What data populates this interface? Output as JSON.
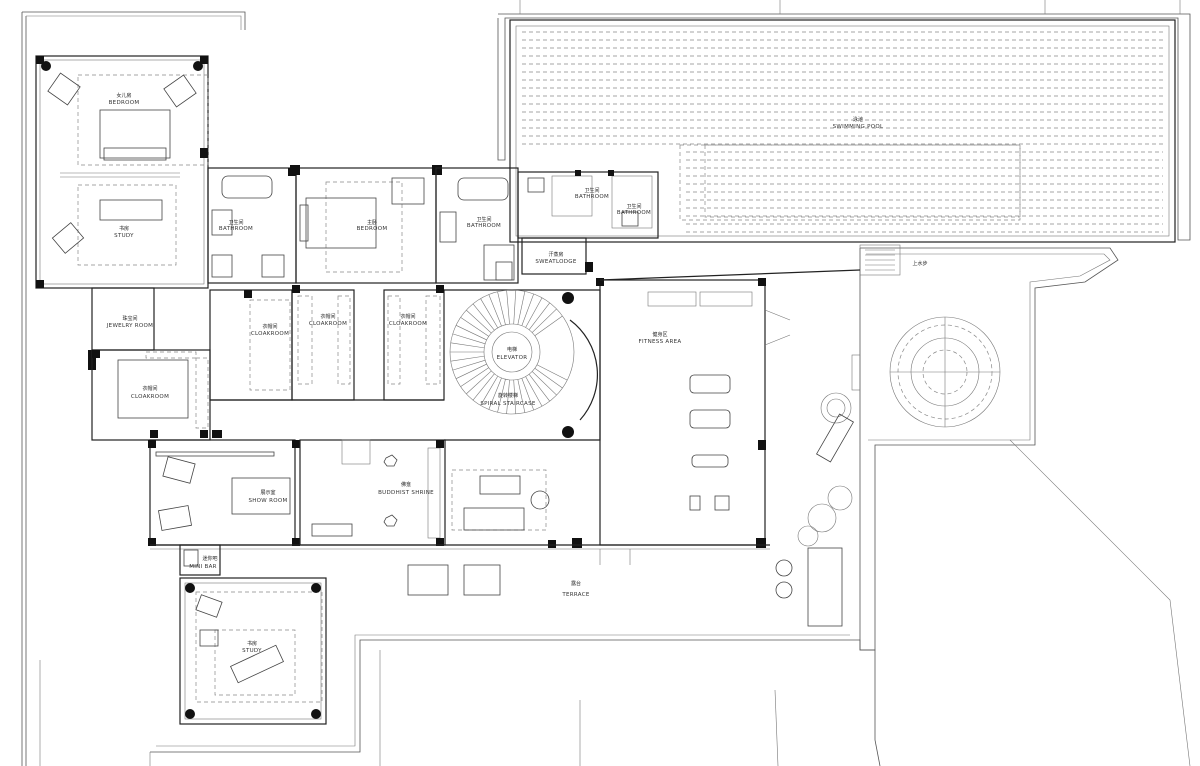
{
  "rooms": {
    "bedroom_left": {
      "cn": "女儿房",
      "en": "BEDROOM"
    },
    "study_top": {
      "cn": "书房",
      "en": "STUDY"
    },
    "bathroom_left": {
      "cn": "卫生间",
      "en": "BATHROOM"
    },
    "bedroom_master": {
      "cn": "主卧",
      "en": "BEDROOM"
    },
    "bathroom_mid": {
      "cn": "卫生间",
      "en": "BATHROOM"
    },
    "bathroom_small_1": {
      "cn": "卫生间",
      "en": "BATHROOM"
    },
    "bathroom_small_2": {
      "cn": "卫生间",
      "en": "BATHROOM"
    },
    "sweatlodge": {
      "cn": "汗蒸房",
      "en": "SWEATLODGE"
    },
    "jewelry_room": {
      "cn": "珠宝间",
      "en": "JEWELRY ROOM"
    },
    "cloakroom_1": {
      "cn": "衣帽间",
      "en": "CLOAKROOM"
    },
    "cloakroom_2": {
      "cn": "衣帽间",
      "en": "CLOAKROOM"
    },
    "cloakroom_3": {
      "cn": "衣帽间",
      "en": "CLOAKROOM"
    },
    "cloakroom_4": {
      "cn": "衣帽间",
      "en": "CLOAKROOM"
    },
    "elevator": {
      "cn": "电梯",
      "en": "ELEVATOR"
    },
    "spiral_staircase": {
      "cn": "旋转楼梯",
      "en": "SPIRAL STAIRCASE"
    },
    "fitness_area": {
      "cn": "健身区",
      "en": "FITNESS AREA"
    },
    "show_room": {
      "cn": "展示室",
      "en": "SHOW ROOM"
    },
    "buddhist_shrine": {
      "cn": "佛龛",
      "en": "BUDDHIST SHRINE"
    },
    "terrace": {
      "cn": "露台",
      "en": "TERRACE"
    },
    "study_bottom": {
      "cn": "书房",
      "en": "STUDY"
    },
    "mini_bar": {
      "cn": "迷你吧",
      "en": "MINI BAR"
    },
    "swimming_pool": {
      "cn": "泳池",
      "en": "SWIMMING POOL"
    }
  },
  "annotations": {
    "up_stairs": "上水步"
  }
}
